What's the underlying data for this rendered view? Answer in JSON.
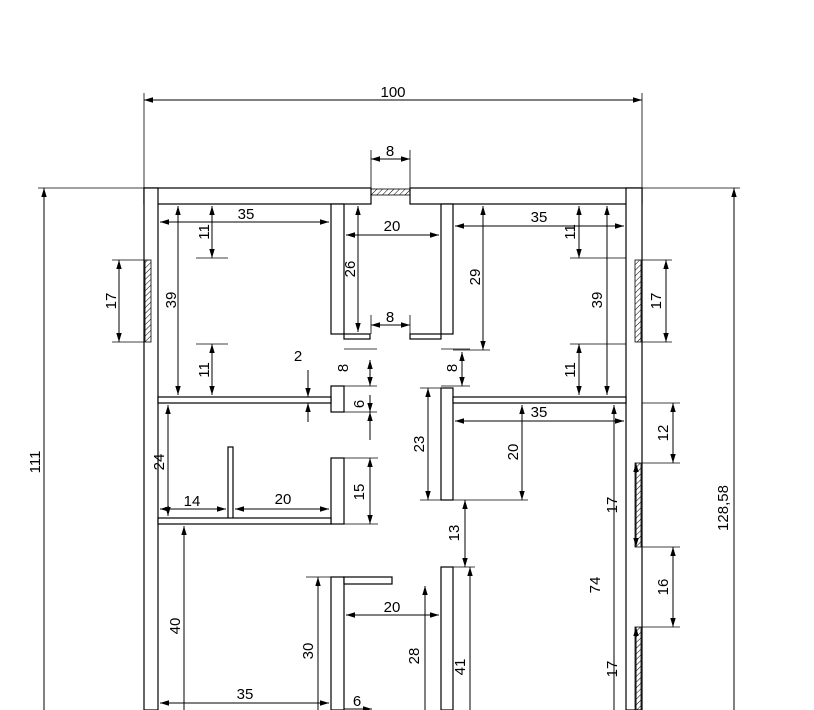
{
  "overall": {
    "width": "100",
    "height": "111",
    "total_height": "128,58"
  },
  "room_top_left": {
    "width": "35",
    "height": "39",
    "wall_top": "11",
    "wall_bottom": "11",
    "window": "17"
  },
  "room_top_mid": {
    "width": "20",
    "height": "26",
    "door_top": "8",
    "door_bottom": "8"
  },
  "room_top_right": {
    "width": "35",
    "height": "29",
    "total": "39",
    "wall_top": "11",
    "wall_bottom": "11",
    "window": "17"
  },
  "hall": {
    "gap": "2",
    "door": "8",
    "step": "6",
    "right_door": "8",
    "divider": "23",
    "gap_low": "13"
  },
  "room_mid_left": {
    "height": "24",
    "left_width": "14",
    "right_width": "20",
    "door": "15"
  },
  "room_mid_right": {
    "width": "35",
    "height": "20",
    "wall": "12",
    "window_gap_1": "17",
    "window": "16",
    "window_gap_2": "17",
    "side_total": "74"
  },
  "room_bottom_left": {
    "height": "40",
    "width": "35",
    "offset": "6"
  },
  "room_bottom_mid": {
    "width": "20",
    "height": "30",
    "inner": "28",
    "side": "41"
  }
}
